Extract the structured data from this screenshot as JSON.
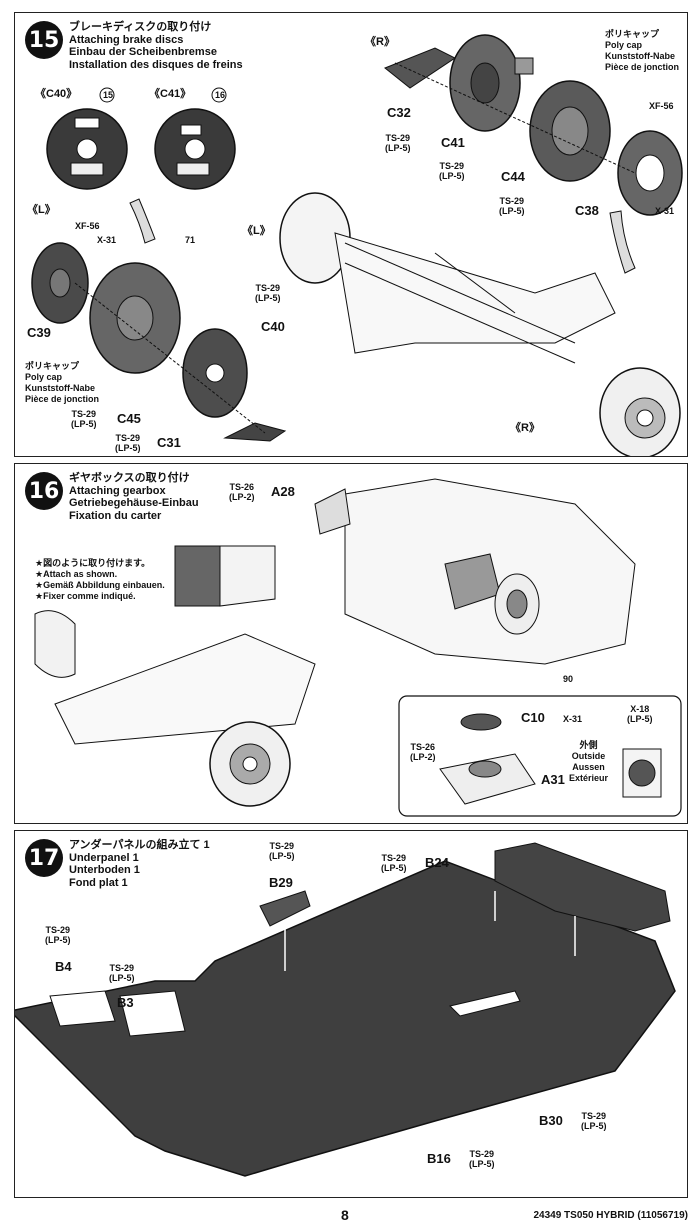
{
  "step15": {
    "number": "15",
    "title_jp": "ブレーキディスクの取り付け",
    "title_en": "Attaching brake discs",
    "title_de": "Einbau der Scheibenbremse",
    "title_fr": "Installation des disques de freins",
    "c40_label": "《C40》",
    "c41_label": "《C41》",
    "c40_marker": "15",
    "c41_marker": "16",
    "right_side": "《R》",
    "left_side": "《L》",
    "left_side_2": "《L》",
    "right_side_2": "《R》",
    "polycap_jp": "ポリキャップ",
    "polycap_en": "Poly cap",
    "polycap_de": "Kunststoff-Nabe",
    "polycap_fr": "Pièce de jonction",
    "polycap2_jp": "ポリキャップ",
    "polycap2_en": "Poly cap",
    "polycap2_de": "Kunststoff-Nabe",
    "polycap2_fr": "Pièce de jonction",
    "c32": "C32",
    "c41": "C41",
    "c44": "C44",
    "c38": "C38",
    "c39": "C39",
    "c40": "C40",
    "c45": "C45",
    "c31": "C31",
    "ts29": "TS-29",
    "lp5": "(LP-5)",
    "xf56": "XF-56",
    "x31": "X-31",
    "xf56_l": "XF-56",
    "x31_l": "X-31",
    "marker71": "71"
  },
  "step16": {
    "number": "16",
    "title_jp": "ギヤボックスの取り付け",
    "title_en": "Attaching gearbox",
    "title_de": "Getriebegehäuse-Einbau",
    "title_fr": "Fixation du carter",
    "a28": "A28",
    "ts26": "TS-26",
    "lp2": "(LP-2)",
    "note_jp": "★図のように取り付けます。",
    "note_en": "★Attach as shown.",
    "note_de": "★Gemäß Abbildung einbauen.",
    "note_fr": "★Fixer comme indiqué.",
    "c10": "C10",
    "x31": "X-31",
    "a31": "A31",
    "x18": "X-18",
    "lp5": "(LP-5)",
    "outside_jp": "外側",
    "outside_en": "Outside",
    "outside_de": "Aussen",
    "outside_fr": "Extérieur",
    "marker90": "90"
  },
  "step17": {
    "number": "17",
    "title_jp": "アンダーパネルの組み立て 1",
    "title_en": "Underpanel 1",
    "title_de": "Unterboden 1",
    "title_fr": "Fond plat 1",
    "b29": "B29",
    "b24": "B24",
    "b4": "B4",
    "b3": "B3",
    "b30": "B30",
    "b16": "B16",
    "ts29": "TS-29",
    "lp5": "(LP-5)"
  },
  "footer": {
    "page": "8",
    "code": "24349 TS050 HYBRID (11056719)"
  }
}
